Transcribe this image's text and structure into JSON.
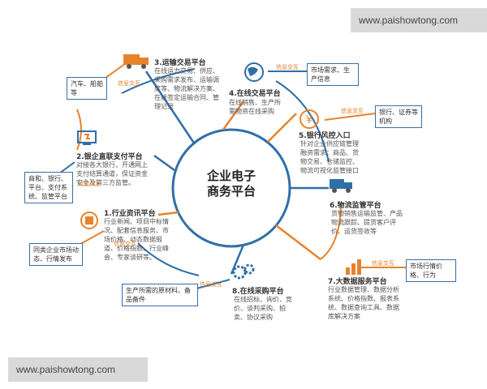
{
  "watermark": "www.paishowtong.com",
  "center": {
    "line1": "企业电子",
    "line2": "商务平台"
  },
  "nodes": {
    "n1": {
      "title": "1.行业资讯平台",
      "desc": "行业新闻、项目中标情况、配套信息服务、市场价格、动态数据报道、价格指数、行业峰会、专家谈研等。"
    },
    "n2": {
      "title": "2.银企直联支付平台",
      "desc": "对接各大银行，开通网上支付结算通道，保证资金安全及第三方监管。"
    },
    "n3": {
      "title": "3.运输交易平台",
      "desc": "在线运力交易、供应、采购需求发布、运输调度等、物流解决方案、在线签定运输合同、管理记录"
    },
    "n4": {
      "title": "4.在线交易平台",
      "desc": "在线销售、生产所需物资在线采购"
    },
    "n5": {
      "title": "5.银行风控入口",
      "desc": "针对企业供应链管理融资需求：商品、货物交易、仓储监控、物流可视化监管接口"
    },
    "n6": {
      "title": "6.物流监管平台",
      "desc": "货物销售运输监管、产品物流跟踪、提货客户评价、运货签收等"
    },
    "n7": {
      "title": "7.大数据服务平台",
      "desc": "行业数据管理、数据分析系统、价格指数、报表系统、数据查询工具、数据库解决方案"
    },
    "n8": {
      "title": "8.在线采购平台",
      "desc": "在线招标、询价、竞价、谈判采购、拍卖、协议采购"
    }
  },
  "boxes": {
    "b_truck": "汽车、船舶等",
    "b_market": "市场需求、生产信息",
    "b_bank": "银行、证券等机构",
    "b_banks": "商和、银行、平台、支付系统、监管平台",
    "b_peers": "同类企业市场动态、行情发布",
    "b_materials": "生产所需的原材料、备品备件",
    "b_price": "市场行情价格、行为"
  },
  "tag_label": "信息交互",
  "colors": {
    "orange": "#e8822a",
    "blue": "#2f6fa8",
    "dark": "#333333"
  },
  "icons": [
    "truck-icon",
    "globe-icon",
    "yen-icon",
    "payment-icon",
    "news-icon",
    "delivery-truck-icon",
    "gears-icon",
    "bar-chart-icon"
  ]
}
